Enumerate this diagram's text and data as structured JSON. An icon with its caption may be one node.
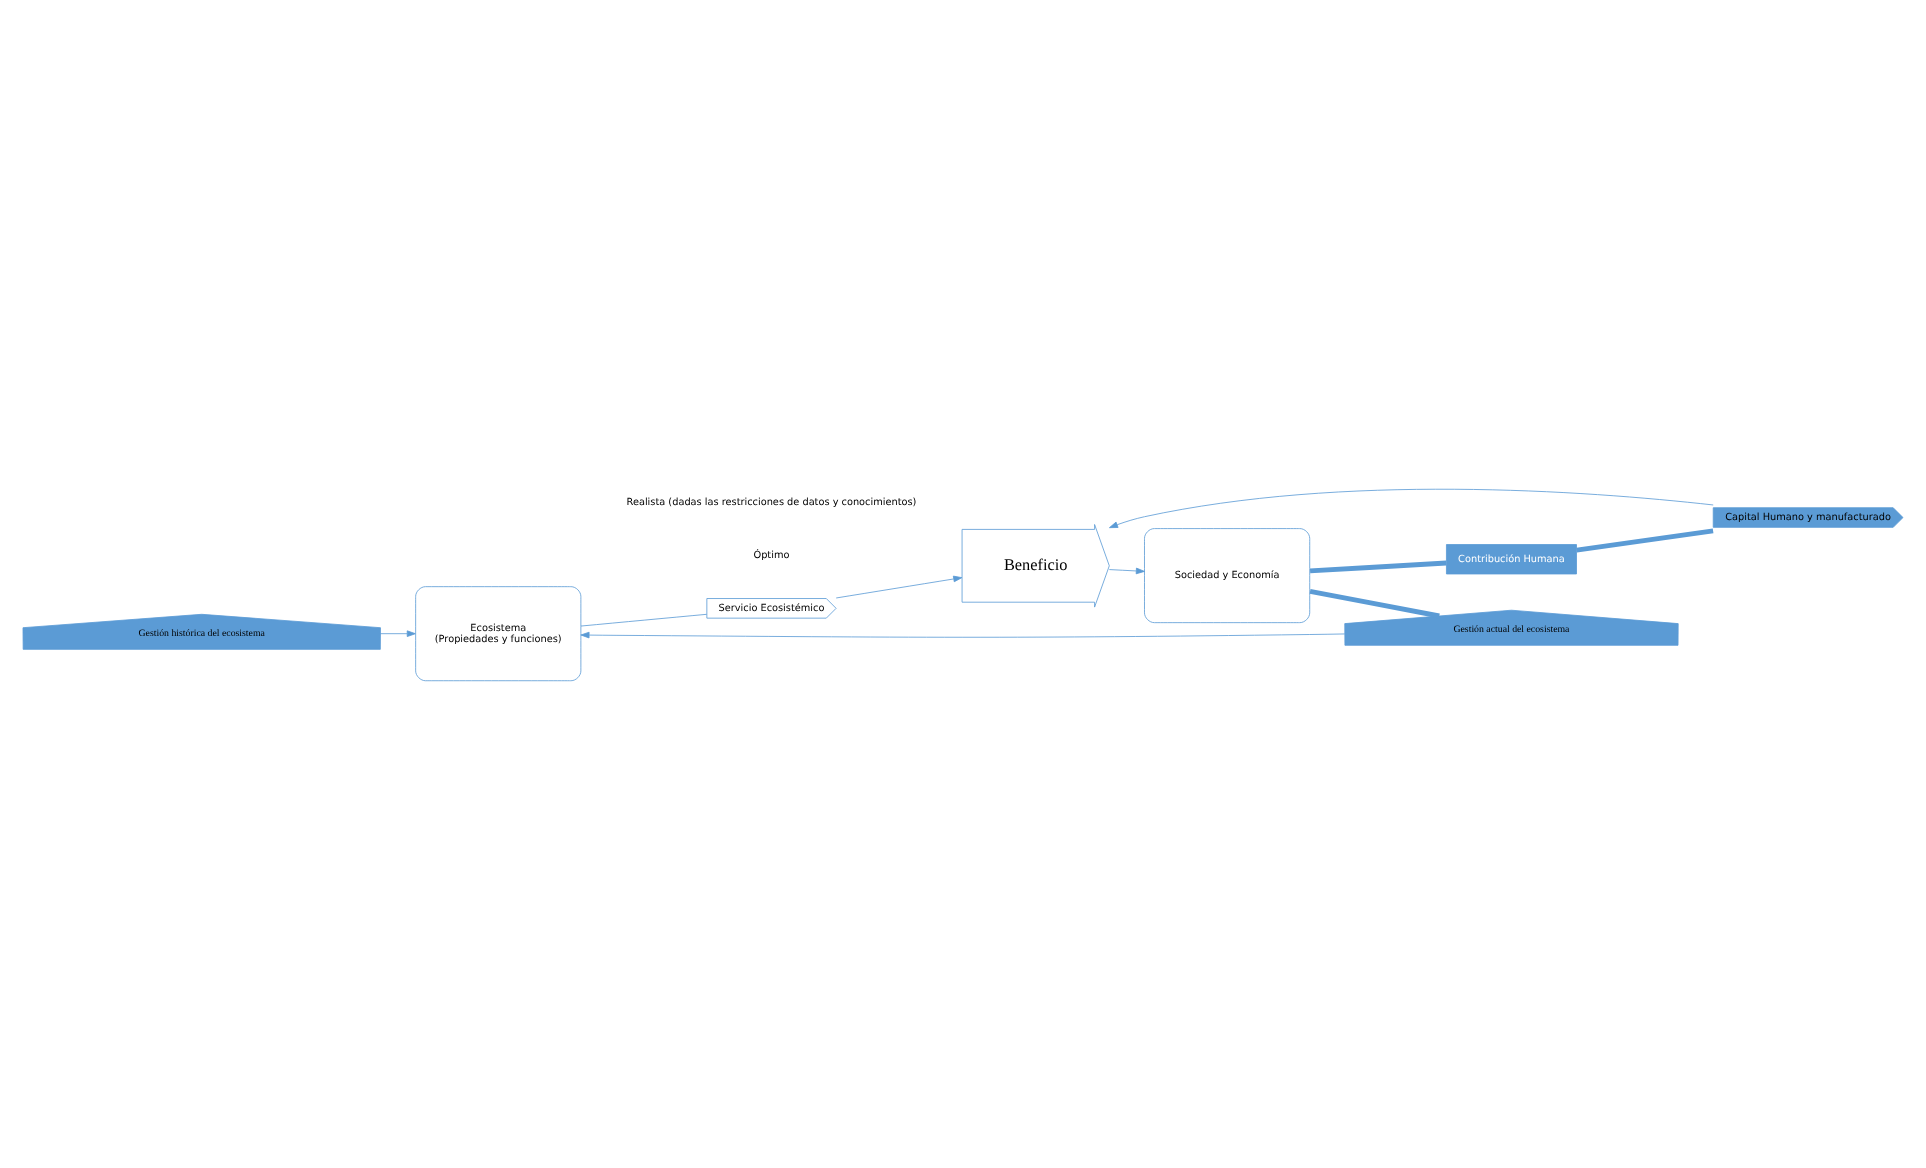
{
  "diagram": {
    "nodes": [
      {
        "text": [
          "Ecosistema",
          "(Propiedades y funciones)"
        ]
      },
      {
        "text": [
          "Servicio Ecosistémico"
        ]
      },
      {
        "text": [
          "Capital Humano y manufacturado"
        ]
      },
      {
        "text": [
          "Beneficio"
        ]
      },
      {
        "text": [
          "Sociedad y Economía"
        ]
      },
      {
        "text": [
          "Gestión histórica del ecosistema"
        ]
      },
      {
        "text": [
          "Gestión actual del ecosistema"
        ]
      },
      {
        "text": [
          "Contribución Humana"
        ]
      }
    ],
    "edges": [
      {
        "from": 5,
        "to": 0,
        "arrow": "to"
      },
      {
        "from": 6,
        "to": 0,
        "arrow": "to"
      },
      {
        "from": 0,
        "to": 1,
        "arrow": "none"
      },
      {
        "from": 1,
        "to": 3,
        "arrow": "to"
      },
      {
        "from": 2,
        "to": 3,
        "arrow": "to"
      },
      {
        "from": 3,
        "to": 4,
        "arrow": "to"
      },
      {
        "from": 4,
        "to": 7,
        "arrow": "none",
        "style": "thick",
        "color": "#5b9bd5"
      },
      {
        "from": 7,
        "to": 2,
        "arrow": "none",
        "style": "thick",
        "color": "#5b9bd5"
      },
      {
        "from": 4,
        "to": 6,
        "arrow": "none",
        "style": "thick",
        "color": "#5b9bd5"
      }
    ],
    "labels": [
      "Óptimo",
      "Realista (dadas las restricciones de datos y conocimientos)"
    ]
  }
}
